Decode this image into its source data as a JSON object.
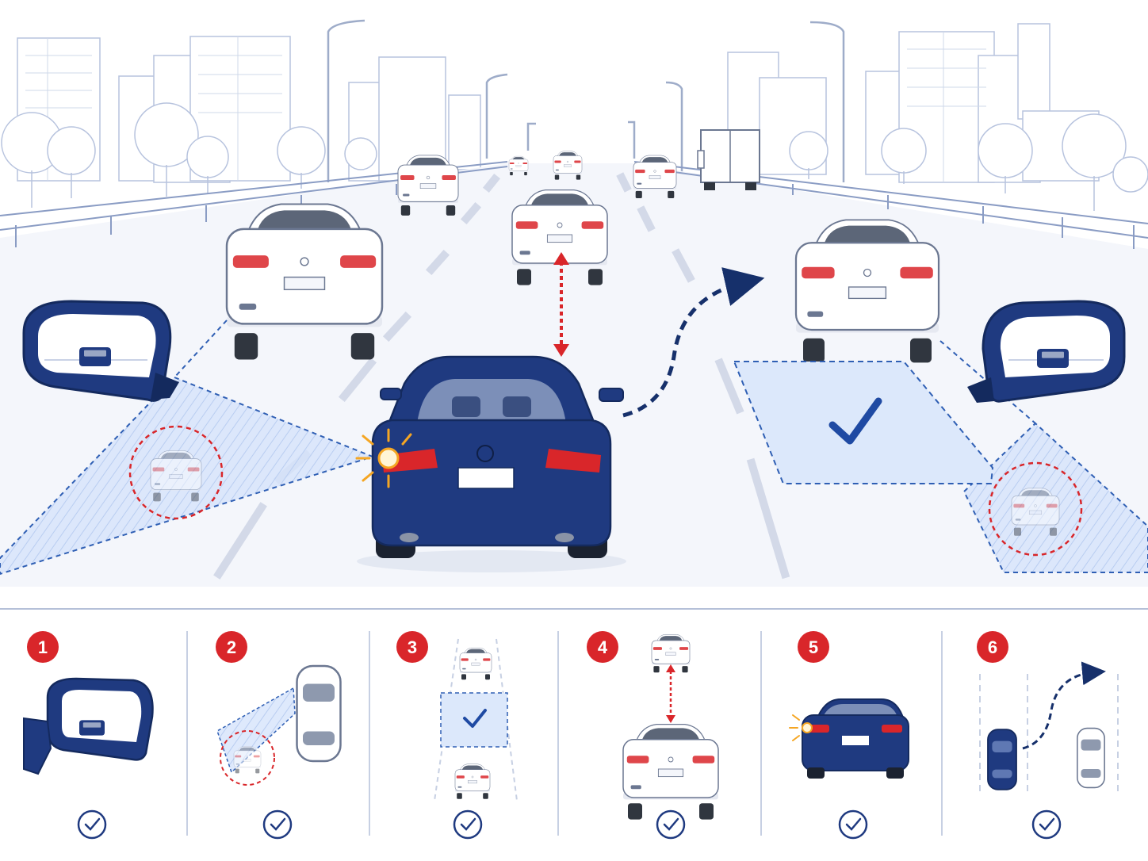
{
  "colors": {
    "ego_car": "#1f3a80",
    "ego_car_dark": "#142a5e",
    "line_art": "#8a9cc4",
    "sky_lines": "#b7c3de",
    "road": "#f4f6fb",
    "lane_mark": "#d3d9e8",
    "blindspot_fill": "#cfe0fb",
    "blindspot_stroke": "#2f5fb4",
    "gap_fill": "#dce8fb",
    "check": "#1f4aa3",
    "danger": "#d9262a",
    "signal": "#f5a623",
    "path": "#16306b",
    "step_badge": "#d9262a",
    "divider": "#b5c0d8"
  },
  "icons": {
    "left_mirror": "side-mirror-icon",
    "right_mirror": "side-mirror-icon",
    "gap_check": "checkmark-icon",
    "distance": "double-arrow-icon",
    "lane_change_path": "curved-arrow-icon",
    "turn_signal": "turn-signal-icon",
    "hidden_vehicle": "warning-circle-icon"
  },
  "steps": [
    {
      "number": "1",
      "icon": "side-mirror-icon"
    },
    {
      "number": "2",
      "icon": "blind-spot-icon"
    },
    {
      "number": "3",
      "icon": "gap-check-icon"
    },
    {
      "number": "4",
      "icon": "following-distance-icon"
    },
    {
      "number": "5",
      "icon": "turn-signal-icon"
    },
    {
      "number": "6",
      "icon": "lane-change-icon"
    }
  ]
}
